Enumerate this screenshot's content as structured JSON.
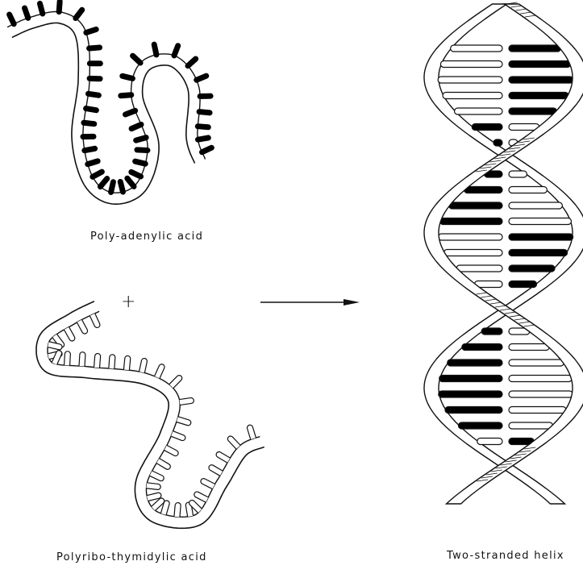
{
  "labels": {
    "poly_a": "Poly-adenylic acid",
    "poly_t": "Polyribo-thymidylic acid",
    "helix": "Two-stranded helix",
    "plus": "+"
  }
}
